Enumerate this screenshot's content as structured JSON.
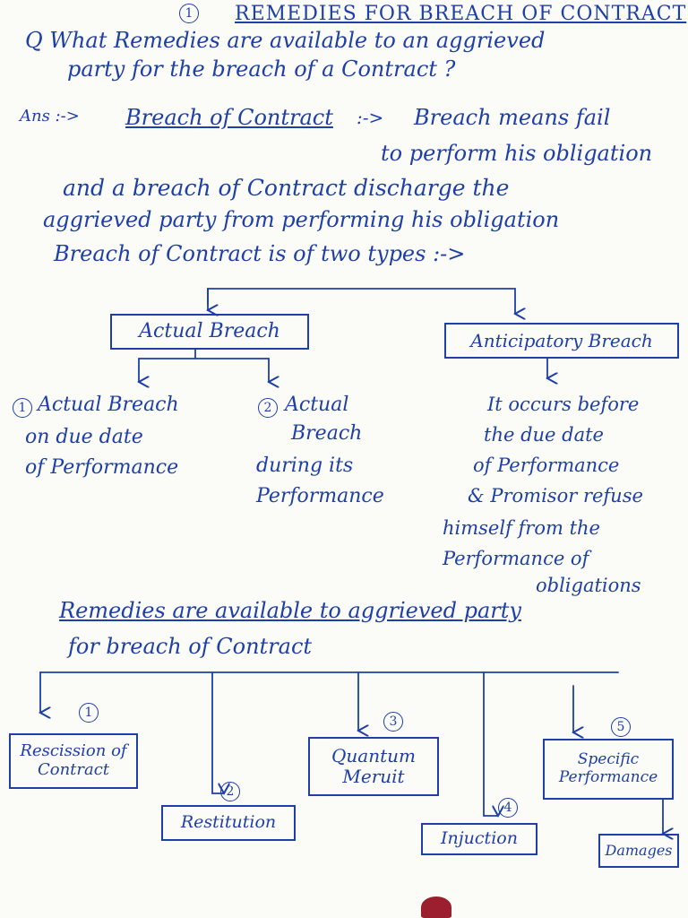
{
  "header": {
    "number": "1",
    "title": "REMEDIES FOR BREACH OF CONTRACT"
  },
  "question": {
    "line1": "Q What Remedies are available to an aggrieved",
    "line2": "party for the breach of a Contract ?"
  },
  "answer": {
    "prefix": "Ans :->",
    "term": "Breach of Contract",
    "arrow": ":->",
    "line1": "Breach means fail",
    "line2": "to perform his obligation",
    "line3": "and a breach of Contract discharge the",
    "line4": "aggrieved party from performing his obligation",
    "line5": "Breach of Contract is of two types :->"
  },
  "types": {
    "actual": {
      "label": "Actual Breach",
      "sub1": {
        "num": "1",
        "lines": [
          "Actual Breach",
          "on due date",
          "of Performance"
        ]
      },
      "sub2": {
        "num": "2",
        "lines": [
          "Actual",
          "Breach",
          "during its",
          "Performance"
        ]
      }
    },
    "anticipatory": {
      "label": "Anticipatory Breach",
      "lines": [
        "It occurs before",
        "the due date",
        "of Performance",
        "& Promisor refuse",
        "himself from the",
        "Performance of",
        "obligations"
      ]
    }
  },
  "remedies": {
    "heading1": "Remedies are available to aggrieved party",
    "heading2": "for breach of Contract",
    "items": [
      {
        "num": "1",
        "label": "Rescission of Contract"
      },
      {
        "num": "2",
        "label": "Restitution"
      },
      {
        "num": "3",
        "label": "Quantum Meruit"
      },
      {
        "num": "4",
        "label": "Injuction"
      },
      {
        "num": "5",
        "label": "Specific Performance"
      }
    ],
    "extra": "Damages"
  }
}
